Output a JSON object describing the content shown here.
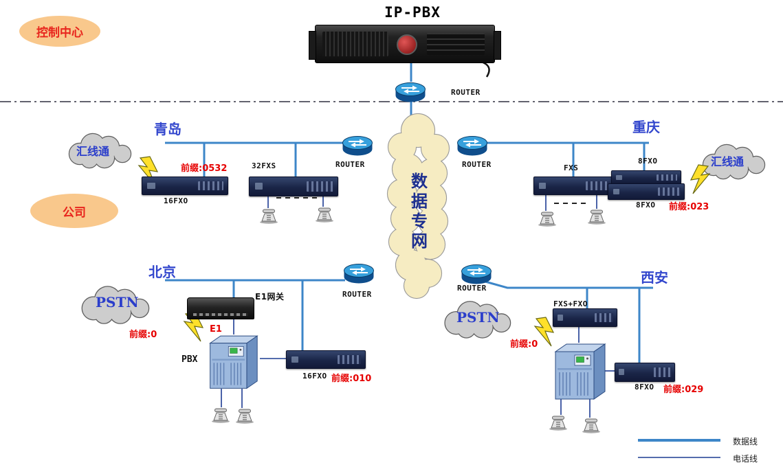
{
  "title": "IP-PBX",
  "router_label": "ROUTER",
  "bubbles": {
    "control_center": "控制中心",
    "company": "公司"
  },
  "regions": {
    "qingdao": "青岛",
    "chongqing": "重庆",
    "beijing": "北京",
    "xian": "西安"
  },
  "network_cloud": {
    "label": "数据专网"
  },
  "clouds": {
    "qingdao_trunk": "汇线通",
    "chongqing_trunk": "汇线通",
    "beijing_pstn": "PSTN",
    "xian_pstn": "PSTN"
  },
  "devices": {
    "qingdao_16fxo": "16FXO",
    "qingdao_32fxs": "32FXS",
    "chongqing_fxs": "FXS",
    "chongqing_8fxo_top": "8FXO",
    "chongqing_8fxo_bottom": "8FXO",
    "beijing_e1_gateway": "E1网关",
    "beijing_pbx": "PBX",
    "beijing_16fxo": "16FXO",
    "xian_fxs_fxo": "FXS+FXO",
    "xian_8fxo": "8FXO"
  },
  "prefixes": {
    "qingdao": "前缀:0532",
    "chongqing": "前缀:023",
    "beijing_pstn": "前缀:0",
    "beijing_16fxo": "前缀:010",
    "xian_pstn": "前缀:0",
    "xian_8fxo": "前缀:029"
  },
  "links": {
    "e1": "E1"
  },
  "legend": {
    "data_line": "数据线",
    "phone_line": "电话线"
  },
  "colors": {
    "data_line": "#3d86c8",
    "phone_line": "#1c3b92",
    "prefix_red": "#e60000",
    "region_blue": "#3347cd",
    "bubble_orange": "#f9c88c",
    "cloud_grey": "#cdcdcd",
    "network_cloud_yellow": "#f6ecc2",
    "lightning_yellow": "#ffe02a"
  }
}
